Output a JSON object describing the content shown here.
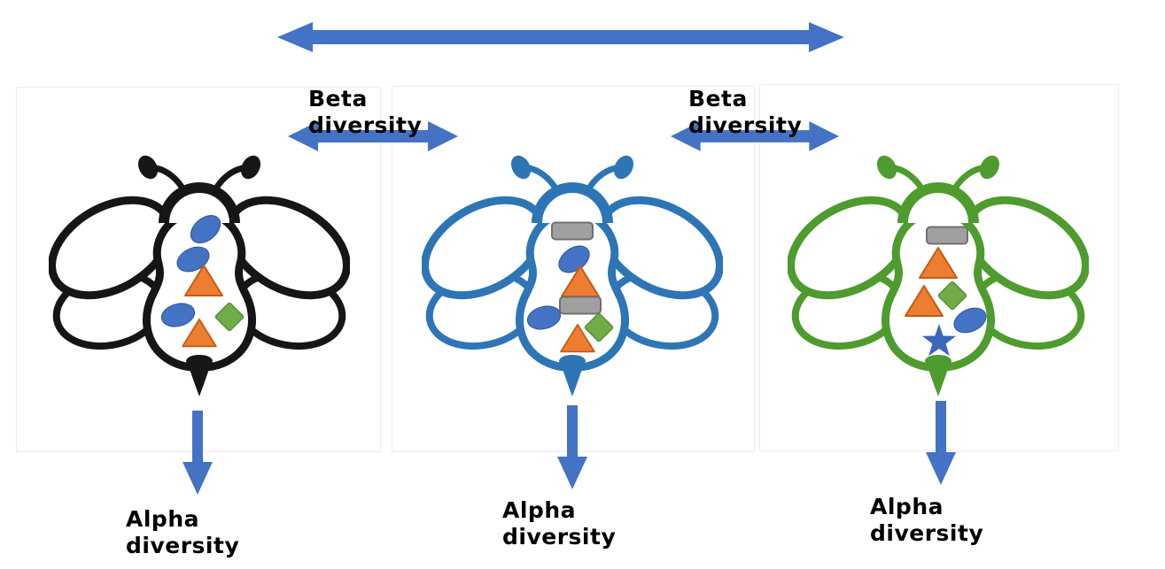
{
  "title": "Alpha and beta diversity bee diagram",
  "labels": {
    "beta_diversity": "Beta diversity",
    "alpha_diversity": "Alpha diversity"
  },
  "colors": {
    "arrow_blue": "#4472C4",
    "bee_black": "#161616",
    "bee_blue": "#2E75B6",
    "bee_green": "#4E9B2E",
    "shape_blue": "#4472C4",
    "shape_blue_border": "#2F5597",
    "shape_orange": "#ED7D31",
    "shape_orange_border": "#C55A11",
    "shape_green": "#70AD47",
    "shape_green_border": "#5A8F38",
    "shape_gray": "#A0A0A0",
    "shape_gray_border": "#707070",
    "star_blue": "#3B67B8",
    "panel_border": "#ECECEC",
    "text_black": "#000000"
  },
  "arrows": {
    "top": "long horizontal double-headed arrow linking bee 1 and bee 3",
    "beta_left": "double-headed arrow between bee 1 and bee 2",
    "beta_right": "double-headed arrow between bee 2 and bee 3",
    "down": "downward arrow under each bee pointing to alpha diversity label"
  },
  "bees": [
    {
      "name": "bee-1",
      "outline": "black",
      "contents": [
        "blue-oval",
        "blue-oval",
        "orange-triangle",
        "blue-oval",
        "orange-triangle",
        "green-diamond"
      ]
    },
    {
      "name": "bee-2",
      "outline": "blue",
      "contents": [
        "gray-rectangle",
        "blue-oval",
        "orange-triangle",
        "gray-rectangle",
        "blue-oval",
        "orange-triangle",
        "green-diamond"
      ]
    },
    {
      "name": "bee-3",
      "outline": "green",
      "contents": [
        "gray-rectangle",
        "orange-triangle",
        "orange-triangle",
        "green-diamond",
        "blue-oval",
        "blue-star"
      ]
    }
  ]
}
